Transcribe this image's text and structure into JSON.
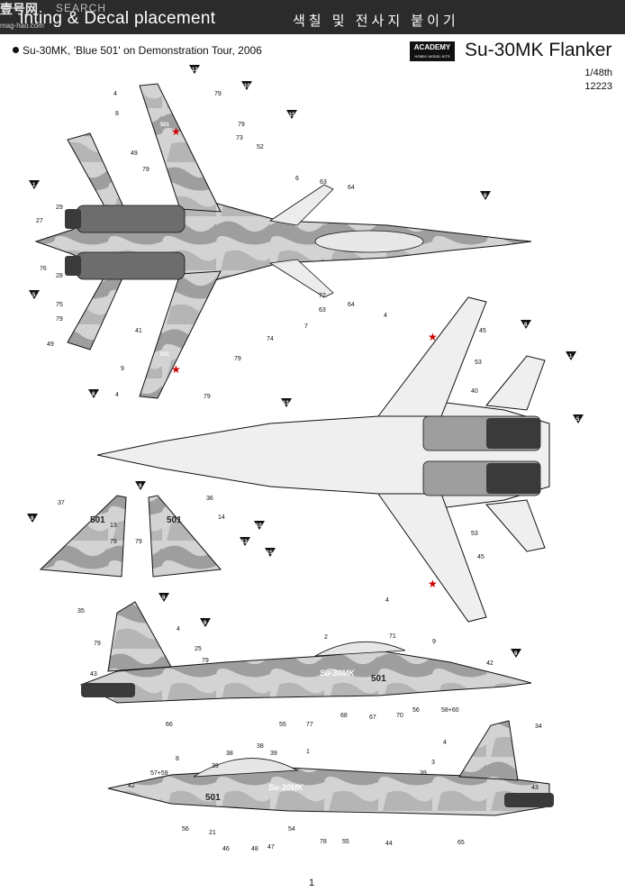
{
  "header": {
    "title": "Painting & Decal placement",
    "title_visible": "inting & Decal placement",
    "korean": "색칠 및 전사지 붙이기"
  },
  "watermark": {
    "site_cn": "壹号网",
    "site_en": "SEARCH",
    "url": "mag-hao.com"
  },
  "subtitle": "Su-30MK, 'Blue 501' on Demonstration Tour, 2006",
  "brand": {
    "logo": "ACADEMY",
    "logo_sub": "HOBBY MODEL KITS"
  },
  "model": {
    "name": "Su-30MK Flanker",
    "scale": "1/48th",
    "kit_number": "12223"
  },
  "page_number": "1",
  "decals": {
    "tail_code": "501",
    "fuselage_script": "Su-30MK"
  },
  "colors": {
    "header_bg": "#2b2b2b",
    "camo_light": "#d3d3d3",
    "camo_mid": "#9e9e9e",
    "camo_dark": "#6d6d6d",
    "engine": "#3a3a3a"
  },
  "color_marks": [
    "1",
    "2",
    "3",
    "4",
    "5",
    "6",
    "8",
    "9",
    "10",
    "11",
    "12",
    "13",
    "14",
    "15"
  ],
  "callouts": {
    "top_view": [
      "4",
      "8",
      "79",
      "79",
      "73",
      "49",
      "52",
      "79",
      "6",
      "63",
      "64",
      "27",
      "29",
      "76",
      "28",
      "75",
      "79",
      "49",
      "72",
      "63",
      "7",
      "74",
      "64",
      "79",
      "41",
      "9",
      "4",
      "79"
    ],
    "bottom_view": [
      "4",
      "45",
      "53",
      "40",
      "53",
      "45",
      "4"
    ],
    "fins": [
      "37",
      "36",
      "13",
      "14",
      "79",
      "79"
    ],
    "side_view": [
      "35",
      "4",
      "79",
      "25",
      "79",
      "43",
      "66",
      "55",
      "77",
      "2",
      "71",
      "9",
      "42",
      "68",
      "67",
      "70",
      "56",
      "58+60"
    ],
    "front_view": [
      "8",
      "38",
      "38",
      "39",
      "1",
      "57+59",
      "39",
      "42",
      "56",
      "21",
      "54",
      "78",
      "55",
      "46",
      "48",
      "47",
      "34",
      "4",
      "3",
      "39",
      "43",
      "44",
      "65"
    ]
  }
}
